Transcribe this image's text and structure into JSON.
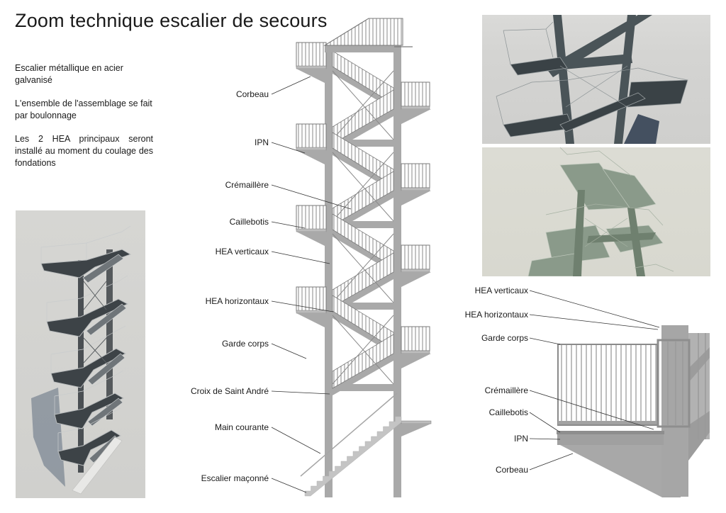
{
  "title": "Zoom technique escalier de secours",
  "notes": [
    "Escalier métallique en acier galvanisé",
    "L'ensemble de l'assemblage se fait par boulonnage",
    "Les 2 HEA principaux seront installé au moment du coulage des fondations"
  ],
  "elevation_labels": [
    {
      "id": "corbeau",
      "text": "Corbeau"
    },
    {
      "id": "ipn",
      "text": "IPN"
    },
    {
      "id": "cremaillere",
      "text": "Crémaillère"
    },
    {
      "id": "caillebotis",
      "text": "Caillebotis"
    },
    {
      "id": "hea-verticaux",
      "text": "HEA verticaux"
    },
    {
      "id": "hea-horizontaux",
      "text": "HEA horizontaux"
    },
    {
      "id": "garde-corps",
      "text": "Garde corps"
    },
    {
      "id": "croix-saint-andre",
      "text": "Croix de Saint André"
    },
    {
      "id": "main-courante",
      "text": "Main courante"
    },
    {
      "id": "escalier-maconne",
      "text": "Escalier maçonné"
    }
  ],
  "detail_labels": [
    {
      "id": "hea-verticaux",
      "text": "HEA verticaux"
    },
    {
      "id": "hea-horizontaux",
      "text": "HEA horizontaux"
    },
    {
      "id": "garde-corps",
      "text": "Garde corps"
    },
    {
      "id": "cremaillere",
      "text": "Crémaillère"
    },
    {
      "id": "caillebotis",
      "text": "Caillebotis"
    },
    {
      "id": "ipn",
      "text": "IPN"
    },
    {
      "id": "corbeau",
      "text": "Corbeau"
    }
  ],
  "images": {
    "render_perspective": "3D render – full stair tower perspective",
    "render_top": "3D render – low-angle view, dark steel",
    "render_bottom": "3D render – low-angle view, pale green tint"
  },
  "colors": {
    "steel": "#a9a9a9",
    "steel_dark": "#8e8e8e",
    "rail": "#7a7a7a",
    "ink": "#1a1a1a",
    "leader": "#333333"
  }
}
